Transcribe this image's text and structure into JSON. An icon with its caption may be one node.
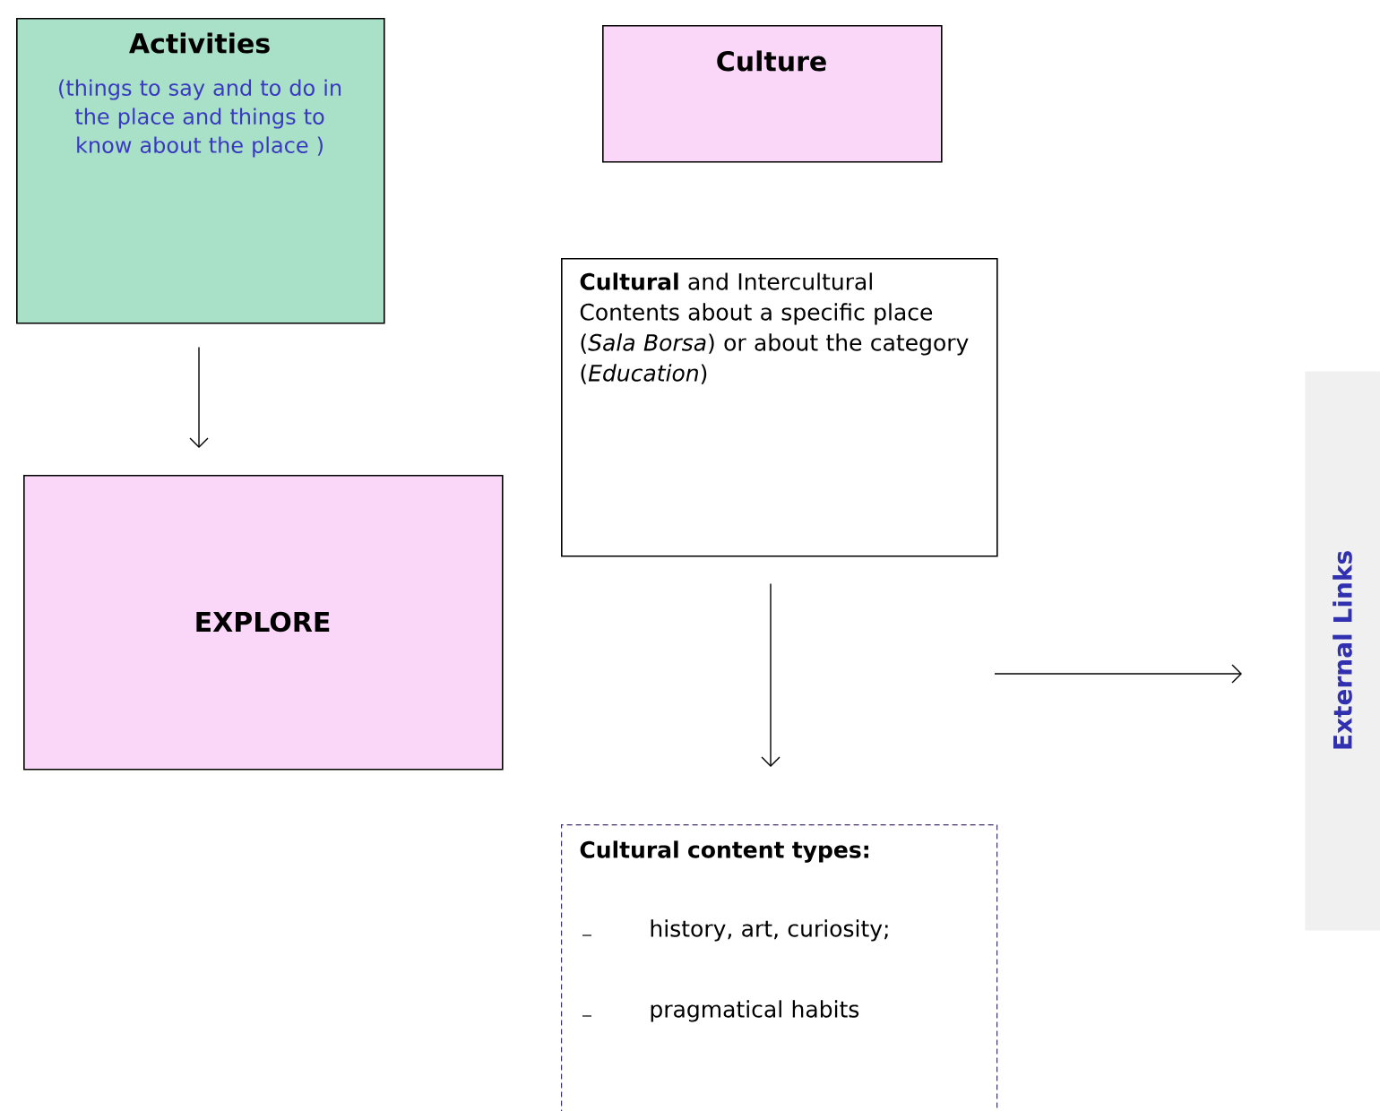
{
  "diagram": {
    "nodes": [
      {
        "text": [
          "Activities",
          "(things to say and to do in the place and things to know about the place )"
        ]
      },
      {
        "text": [
          "EXPLORE"
        ]
      },
      {
        "text": [
          "Culture"
        ]
      },
      {
        "text": [
          "**Cultural** and Intercultural Contents about a specific place (*Sala Borsa*) or about the category (*Education*)"
        ]
      },
      {
        "text": [
          "Cultural content types:",
          "history, art, curiosity;",
          "pragmatical habits"
        ]
      },
      {
        "text": [
          "External Links"
        ]
      }
    ],
    "edges": [
      {
        "from": 0,
        "to": 1,
        "arrow": "to"
      },
      {
        "from": 3,
        "to": 4,
        "arrow": "to"
      },
      {
        "from": null,
        "to": 5,
        "arrow": "to"
      }
    ]
  }
}
